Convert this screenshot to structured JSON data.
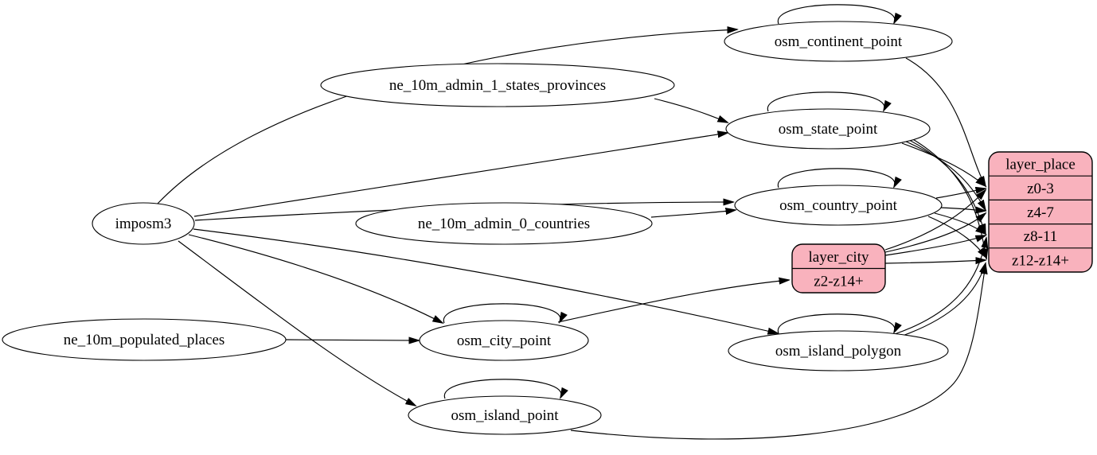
{
  "diagram": {
    "kind": "etl-graph",
    "colors": {
      "background": "#ffffff",
      "table_fill": "#ffffff",
      "layer_fill": "#f9b2bd",
      "stroke": "#000000"
    },
    "nodes": [
      {
        "id": "imposm3",
        "type": "ellipse",
        "label": "imposm3"
      },
      {
        "id": "ne_10m_admin_1_states_provinces",
        "type": "ellipse",
        "label": "ne_10m_admin_1_states_provinces"
      },
      {
        "id": "ne_10m_admin_0_countries",
        "type": "ellipse",
        "label": "ne_10m_admin_0_countries"
      },
      {
        "id": "ne_10m_populated_places",
        "type": "ellipse",
        "label": "ne_10m_populated_places"
      },
      {
        "id": "osm_continent_point",
        "type": "ellipse",
        "label": "osm_continent_point"
      },
      {
        "id": "osm_state_point",
        "type": "ellipse",
        "label": "osm_state_point"
      },
      {
        "id": "osm_country_point",
        "type": "ellipse",
        "label": "osm_country_point"
      },
      {
        "id": "osm_city_point",
        "type": "ellipse",
        "label": "osm_city_point"
      },
      {
        "id": "osm_island_polygon",
        "type": "ellipse",
        "label": "osm_island_polygon"
      },
      {
        "id": "osm_island_point",
        "type": "ellipse",
        "label": "osm_island_point"
      },
      {
        "id": "layer_city",
        "type": "record",
        "header": "layer_city",
        "rows": [
          "z2-z14+"
        ]
      },
      {
        "id": "layer_place",
        "type": "record",
        "header": "layer_place",
        "rows": [
          "z0-3",
          "z4-7",
          "z8-11",
          "z12-z14+"
        ]
      }
    ],
    "edges": [
      {
        "from": "imposm3",
        "to": "osm_continent_point"
      },
      {
        "from": "imposm3",
        "to": "osm_state_point"
      },
      {
        "from": "imposm3",
        "to": "osm_country_point"
      },
      {
        "from": "imposm3",
        "to": "osm_city_point"
      },
      {
        "from": "imposm3",
        "to": "osm_island_polygon"
      },
      {
        "from": "imposm3",
        "to": "osm_island_point"
      },
      {
        "from": "ne_10m_admin_1_states_provinces",
        "to": "osm_state_point"
      },
      {
        "from": "ne_10m_admin_0_countries",
        "to": "osm_country_point"
      },
      {
        "from": "ne_10m_populated_places",
        "to": "osm_city_point"
      },
      {
        "from": "osm_continent_point",
        "to": "osm_continent_point"
      },
      {
        "from": "osm_state_point",
        "to": "osm_state_point"
      },
      {
        "from": "osm_country_point",
        "to": "osm_country_point"
      },
      {
        "from": "osm_city_point",
        "to": "osm_city_point"
      },
      {
        "from": "osm_island_polygon",
        "to": "osm_island_polygon"
      },
      {
        "from": "osm_island_point",
        "to": "osm_island_point"
      },
      {
        "from": "osm_continent_point",
        "to": "layer_place",
        "to_row": "z0-3"
      },
      {
        "from": "osm_state_point",
        "to": "layer_place",
        "to_row": "z0-3"
      },
      {
        "from": "osm_state_point",
        "to": "layer_place",
        "to_row": "z4-7"
      },
      {
        "from": "osm_state_point",
        "to": "layer_place",
        "to_row": "z8-11"
      },
      {
        "from": "osm_state_point",
        "to": "layer_place",
        "to_row": "z12-z14+"
      },
      {
        "from": "osm_country_point",
        "to": "layer_place",
        "to_row": "z0-3"
      },
      {
        "from": "osm_country_point",
        "to": "layer_place",
        "to_row": "z4-7"
      },
      {
        "from": "osm_country_point",
        "to": "layer_place",
        "to_row": "z8-11"
      },
      {
        "from": "osm_country_point",
        "to": "layer_place",
        "to_row": "z12-z14+"
      },
      {
        "from": "osm_city_point",
        "to": "layer_city",
        "to_row": "z2-z14+"
      },
      {
        "from": "layer_city",
        "to": "layer_place",
        "to_row": "z0-3"
      },
      {
        "from": "layer_city",
        "to": "layer_place",
        "to_row": "z4-7"
      },
      {
        "from": "layer_city",
        "to": "layer_place",
        "to_row": "z8-11"
      },
      {
        "from": "layer_city",
        "to": "layer_place",
        "to_row": "z12-z14+"
      },
      {
        "from": "osm_island_polygon",
        "to": "layer_place",
        "to_row": "z8-11"
      },
      {
        "from": "osm_island_polygon",
        "to": "layer_place",
        "to_row": "z12-z14+"
      },
      {
        "from": "osm_island_point",
        "to": "layer_place",
        "to_row": "z12-z14+"
      }
    ]
  }
}
